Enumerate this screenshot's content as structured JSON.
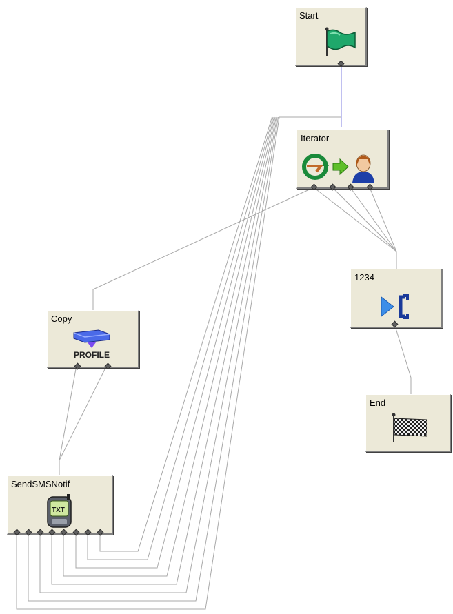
{
  "nodes": {
    "start": {
      "label": "Start",
      "icon": "green-flag-icon"
    },
    "iterator": {
      "label": "Iterator",
      "icon": "iterator-icon"
    },
    "phone": {
      "label": "1234",
      "icon": "phone-call-icon"
    },
    "end": {
      "label": "End",
      "icon": "checkered-flag-icon"
    },
    "copy": {
      "label": "Copy",
      "icon": "copy-profile-icon",
      "icon_text": "PROFILE"
    },
    "sms": {
      "label": "SendSMSNotif",
      "icon": "sms-phone-icon",
      "icon_text": "TXT"
    }
  },
  "colors": {
    "node_bg": "#ece9d8",
    "wire": "#a8a8a8",
    "start_wire": "#8080e0",
    "port": "#606060"
  }
}
